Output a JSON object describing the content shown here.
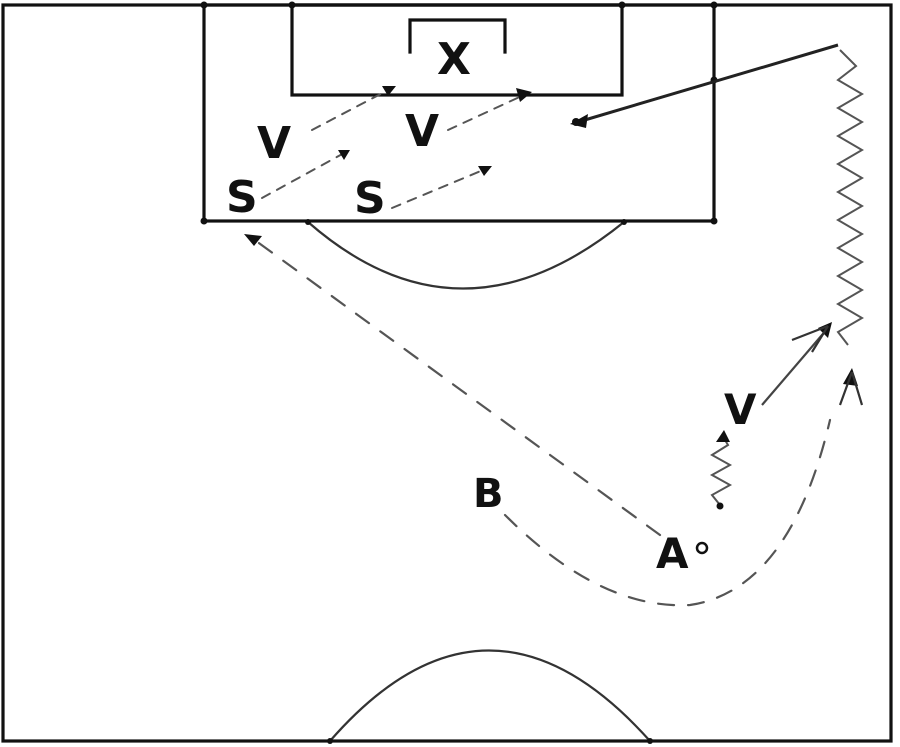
{
  "labels": {
    "goalkeeper": "X",
    "v_left": "V",
    "v_center": "V",
    "s_left": "S",
    "s_center": "S",
    "player_b": "B",
    "player_a": "A",
    "v_wing": "V"
  },
  "colors": {
    "background": "#ffffff",
    "lines": "#111111",
    "movement": "#555555"
  }
}
